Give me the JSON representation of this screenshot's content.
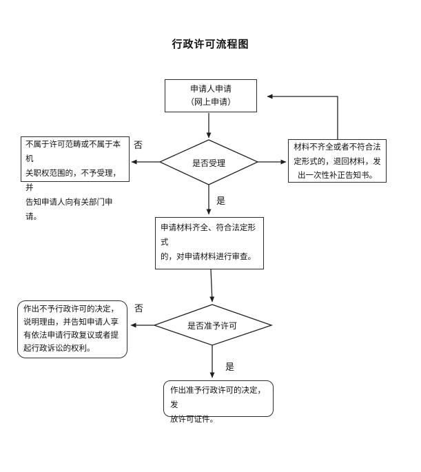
{
  "title": "行政许可流程图",
  "nodes": {
    "start": {
      "line1": "申请人申请",
      "line2": "（网上申请）"
    },
    "decision_accept": {
      "label": "是否受理"
    },
    "reject_notice": {
      "text": "不属于许可范畴或不属于本机\n关职权范围的，不予受理，并\n告知申请人向有关部门申请。"
    },
    "supplement_notice": {
      "text": "材料不齐全或者不符合法\n定形式的，退回材料，发\n出一次性补正告知书。"
    },
    "review": {
      "text": "申请材料齐全、符合法定形式\n的，对申请材料进行审查。"
    },
    "decision_grant": {
      "label": "是否准予许可"
    },
    "deny_decision": {
      "text": "作出不予行政许可的决定，\n说明理由，并告知申请人享\n有依法申请行政复议或者提\n起行政诉讼的权利。"
    },
    "grant_decision": {
      "text": "作出准予行政许可的决定，发\n放许可证件。"
    }
  },
  "edge_labels": {
    "accept_no": "否",
    "accept_yes": "是",
    "grant_no": "否",
    "grant_yes": "是"
  },
  "colors": {
    "line": "#1f1f1f",
    "text": "#111111",
    "background": "#ffffff"
  }
}
